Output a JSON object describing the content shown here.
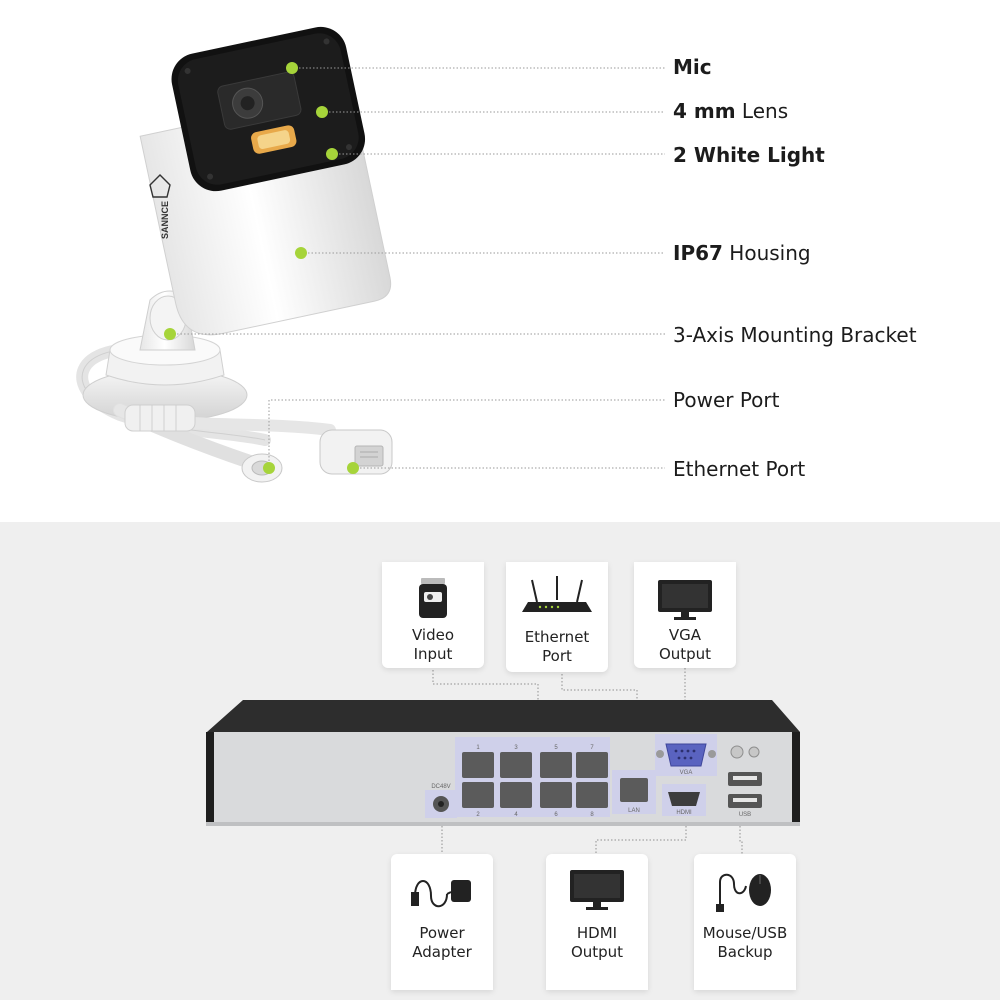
{
  "camera_callouts": [
    {
      "bold": "Mic",
      "rest": ""
    },
    {
      "bold": "4 mm",
      "rest": " Lens"
    },
    {
      "bold": "2 White Light",
      "rest": ""
    },
    {
      "bold": "IP67",
      "rest": " Housing"
    },
    {
      "bold": "",
      "rest": "3-Axis Mounting Bracket"
    },
    {
      "bold": "",
      "rest": "Power Port"
    },
    {
      "bold": "",
      "rest": "Ethernet Port"
    }
  ],
  "camera_brand": "SANNCE",
  "nvr_top_cards": [
    {
      "line1": "Video",
      "line2": "Input",
      "icon": "camera-icon"
    },
    {
      "line1": "Ethernet",
      "line2": "Port",
      "icon": "router-icon"
    },
    {
      "line1": "VGA",
      "line2": "Output",
      "icon": "monitor-icon"
    }
  ],
  "nvr_bottom_cards": [
    {
      "line1": "Power",
      "line2": "Adapter",
      "icon": "power-adapter-icon"
    },
    {
      "line1": "HDMI",
      "line2": "Output",
      "icon": "monitor-icon"
    },
    {
      "line1": "Mouse/USB",
      "line2": "Backup",
      "icon": "mouse-icon"
    }
  ],
  "nvr_port_labels": {
    "dc": "DC48V",
    "poe_top": [
      "1",
      "3",
      "5",
      "7"
    ],
    "poe_bottom": [
      "2",
      "4",
      "6",
      "8"
    ],
    "lan": "LAN",
    "hdmi": "HDMI",
    "vga": "VGA",
    "usb": "USB"
  },
  "colors": {
    "dot": "#a6d43a",
    "leader": "#9a9a9a",
    "highlight": "#cfd0ea",
    "nvr_top": "#2a2a2a",
    "nvr_front": "#d9dadc"
  }
}
